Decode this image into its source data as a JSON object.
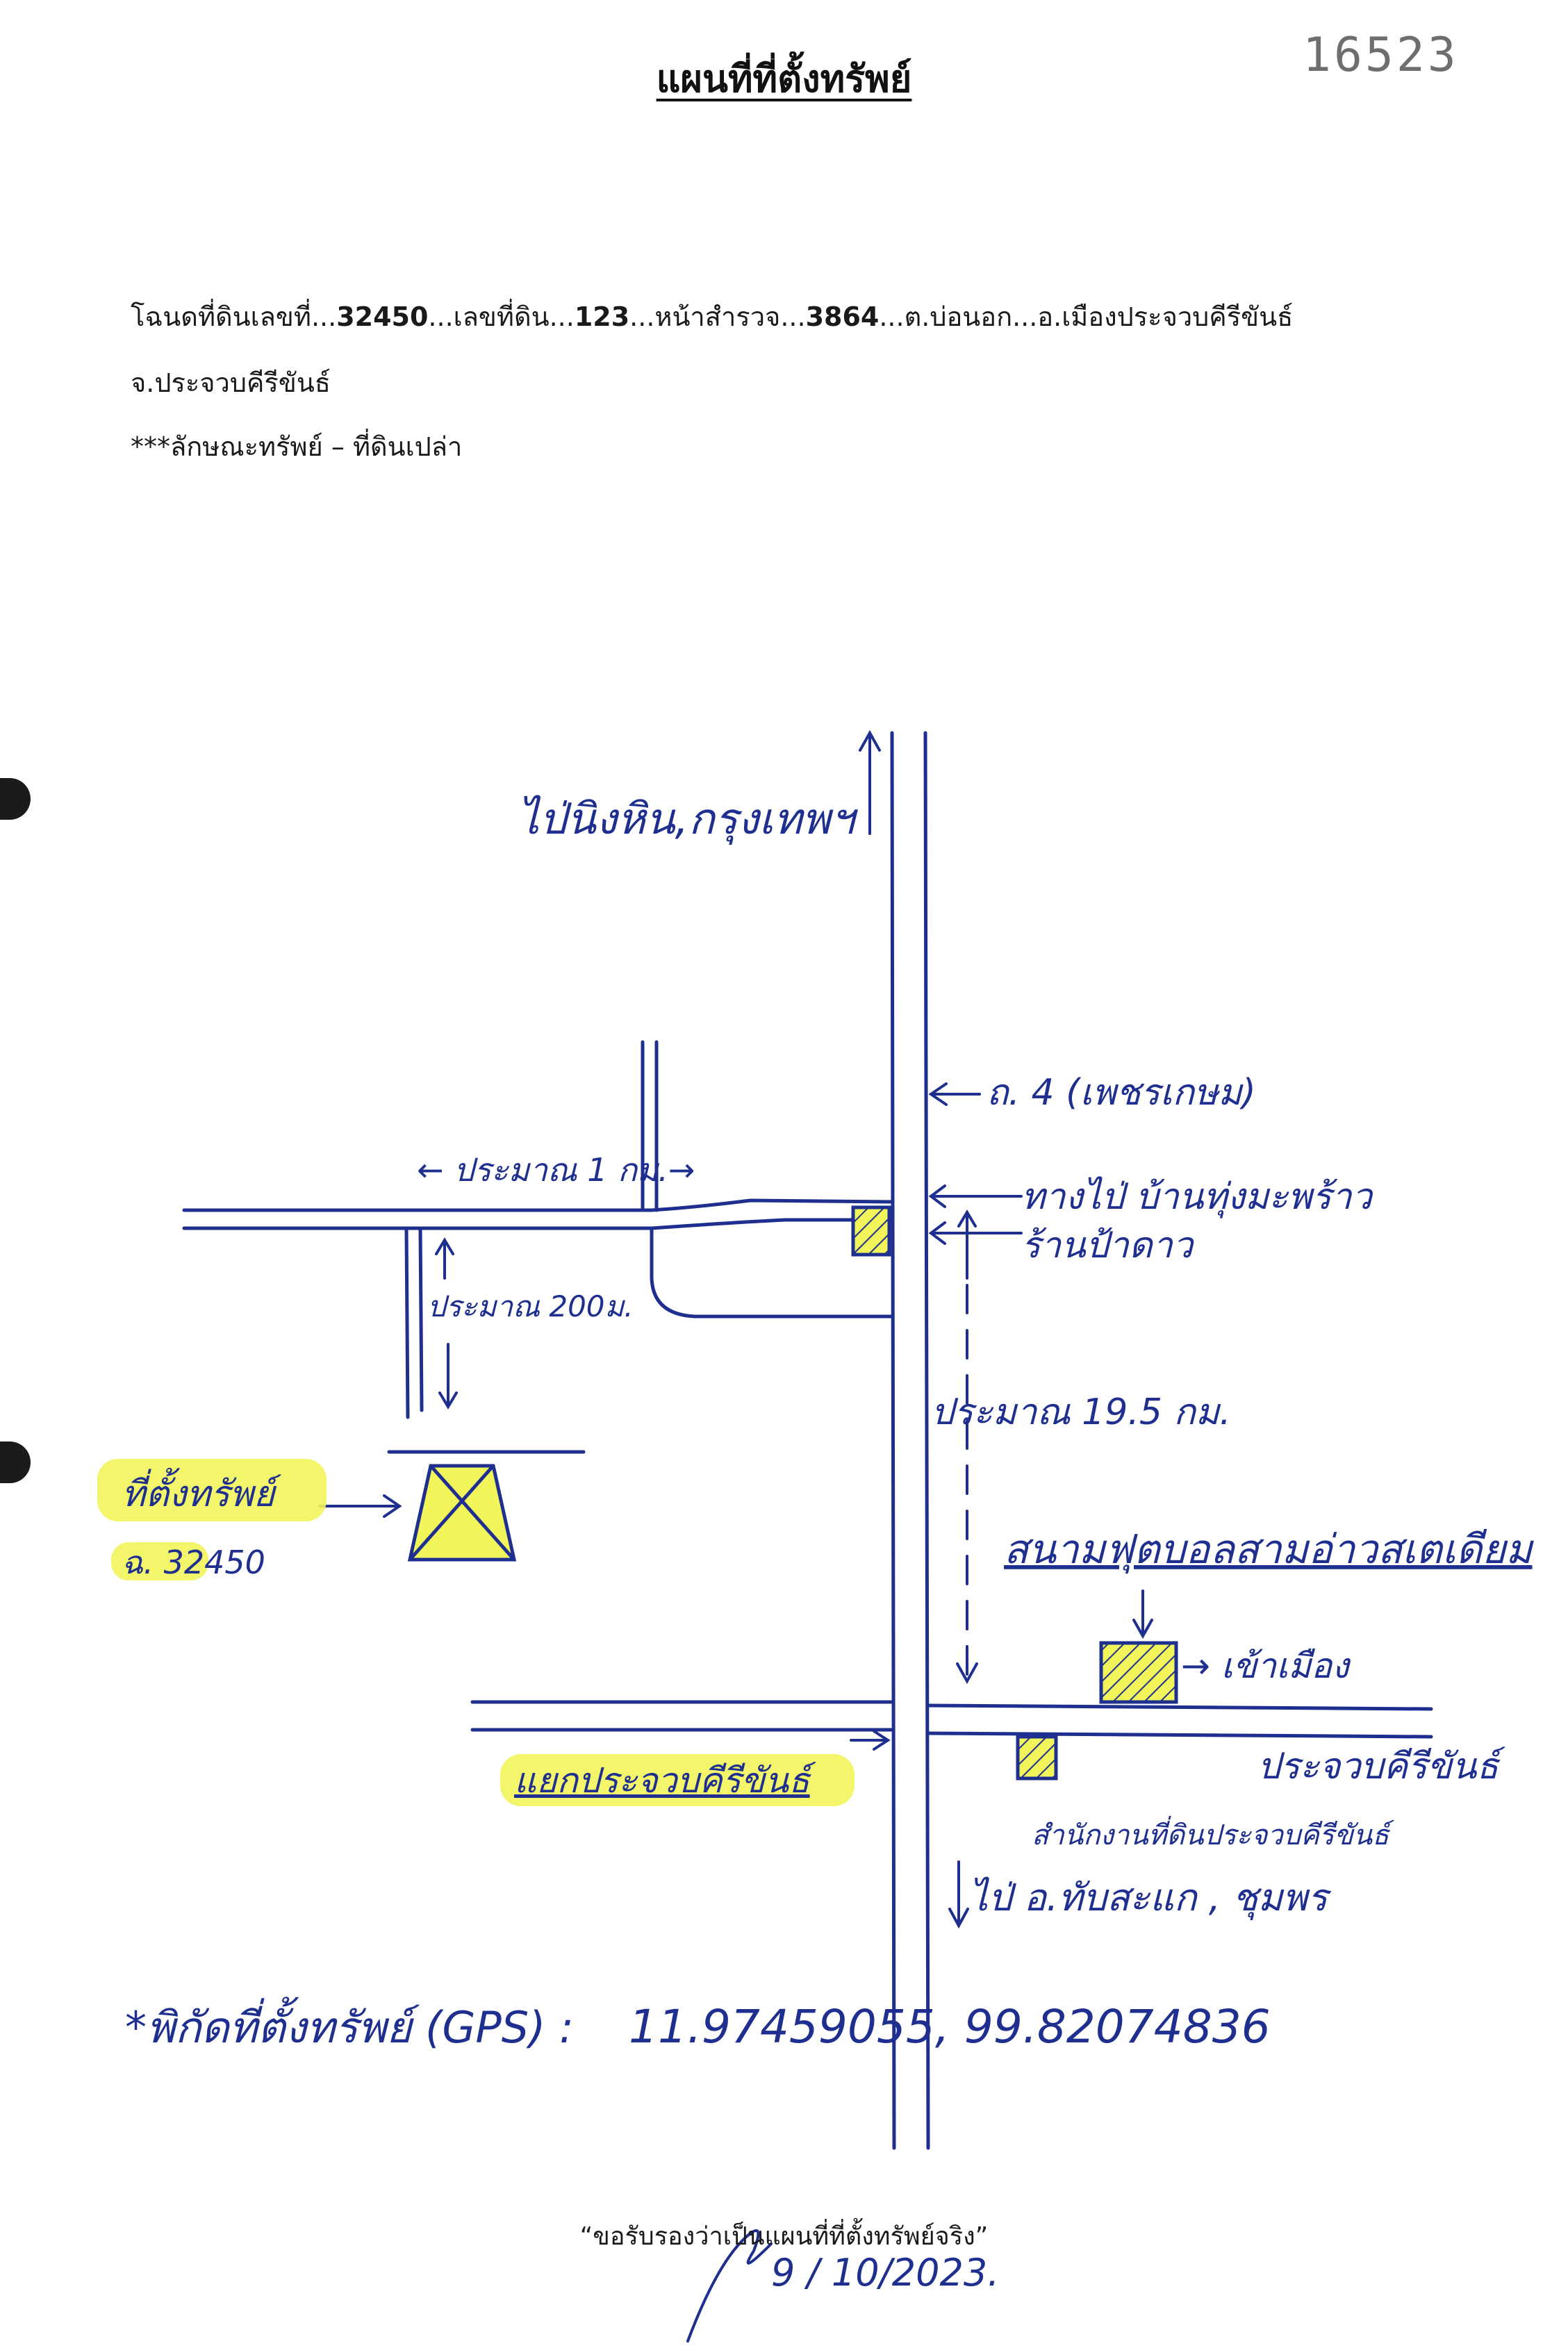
{
  "header": {
    "title": "แผนที่ที่ตั้งทรัพย์",
    "ref_number": "16523"
  },
  "deed": {
    "l1_a": "โฉนดที่ดินเลขที่...",
    "l1_deed_no": "32450",
    "l1_b": "...เลขที่ดิน...",
    "l1_land_no": "123",
    "l1_c": "...หน้าสำรวจ...",
    "l1_survey_page": "3864",
    "l1_d": "...ต.บ่อนอก...อ.เมืองประจวบคีรีขันธ์",
    "l2": "จ.ประจวบคีรีขันธ์",
    "l3": "***ลักษณะทรัพย์  – ที่ดินเปล่า"
  },
  "map": {
    "to_bangkok": "ไป่นิงหิน,กรุงเทพฯ",
    "hwy4": "ถ. 4 (เพชรเกษม)",
    "approx_1km": "← ประมาณ    1    กม.→",
    "to_ban_thung": "ทางไป่ บ้านทุ่งมะพร้าว",
    "shop": "ร้านป้าดาว",
    "approx_200m": "ประมาณ 200ม.",
    "approx_19km": "ประมาณ 19.5 กม.",
    "property_marker": "ที่ตั้งทรัพย์",
    "deed_label": "ฉ. 32450",
    "stadium": "สนามฟุตบอลสามอ่าวสเตเดียม",
    "to_town": "→ เข้าเมือง",
    "junction": "แยกประจวบคีรีขันธ์",
    "prachuap": "ประจวบคีรีขันธ์",
    "land_office": "สำนักงานที่ดินประจวบคีรีขันธ์",
    "to_chumphon": "ไป่ อ.ทับสะแก , ชุมพร",
    "gps_label": "*พิกัดที่ตั้งทรัพย์ (GPS) :",
    "gps_value": "11.97459055, 99.82074836"
  },
  "footer": {
    "certify": "“ขอรับรองว่าเป็นแผนที่ที่ตั้งทรัพย์จริง”",
    "date": "9 / 10/2023."
  },
  "colors": {
    "ink": "#1f2f8f",
    "highlight": "#f2f55a",
    "print": "#111111"
  }
}
